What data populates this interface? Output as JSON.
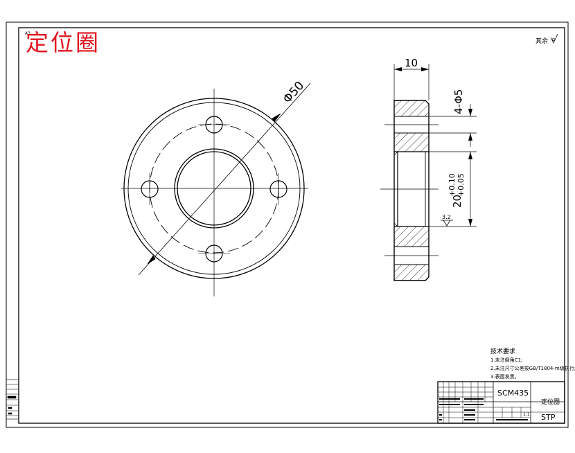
{
  "sheet": {
    "title": "定位圈",
    "roughness_note": "其余",
    "corner_mark": "A3"
  },
  "front_view": {
    "dim_diameter": "Φ50"
  },
  "side_view": {
    "dim_width": "10",
    "dim_holes": "4-Φ5",
    "dim_bore": "20+0.10+0.05",
    "dim_bore_main": "20",
    "dim_bore_upper": "+0.10",
    "dim_bore_lower": "+0.05",
    "roughness_value": "3.2"
  },
  "tech_requirements": {
    "heading": "技术要求",
    "items": [
      "1.未注倒角C1;",
      "2.未注尺寸公差按GB/T1804-m级执行;",
      "3.表面发黑。"
    ]
  },
  "title_block": {
    "material": "SCM435",
    "part_name": "定位圈",
    "drawing_code": "STP",
    "scale": "1:1"
  }
}
